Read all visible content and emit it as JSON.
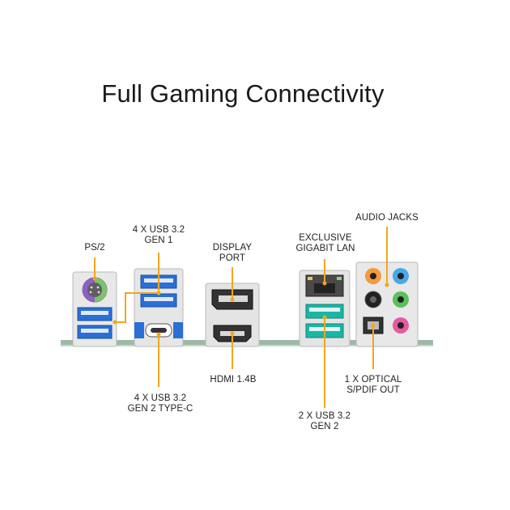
{
  "title": "Full Gaming Connectivity",
  "labels": {
    "ps2": "PS/2",
    "usb_gen1_line1": "4 X USB 3.2",
    "usb_gen1_line2": "GEN 1",
    "display_port_line1": "DISPLAY",
    "display_port_line2": "PORT",
    "lan_line1": "EXCLUSIVE",
    "lan_line2": "GIGABIT LAN",
    "audio": "AUDIO JACKS",
    "usb_typec_line1": "4 X USB 3.2",
    "usb_typec_line2": "GEN 2 TYPE-C",
    "hdmi": "HDMI 1.4B",
    "usb_gen2_line1": "2 X USB 3.2",
    "usb_gen2_line2": "GEN 2",
    "optical_line1": "1 X OPTICAL",
    "optical_line2": "S/PDIF OUT"
  },
  "colors": {
    "callout": "#f2a61c",
    "usb_blue": "#2a6fd6",
    "usb_teal": "#1bb5a6",
    "ps2_green": "#7cc36a",
    "ps2_purple": "#8d5fc7",
    "audio_orange": "#f29a3c",
    "audio_blue": "#4aa8e8",
    "audio_black": "#222222",
    "audio_green": "#59c05a",
    "audio_pink": "#e65aa0",
    "board": "#8fb09a"
  }
}
